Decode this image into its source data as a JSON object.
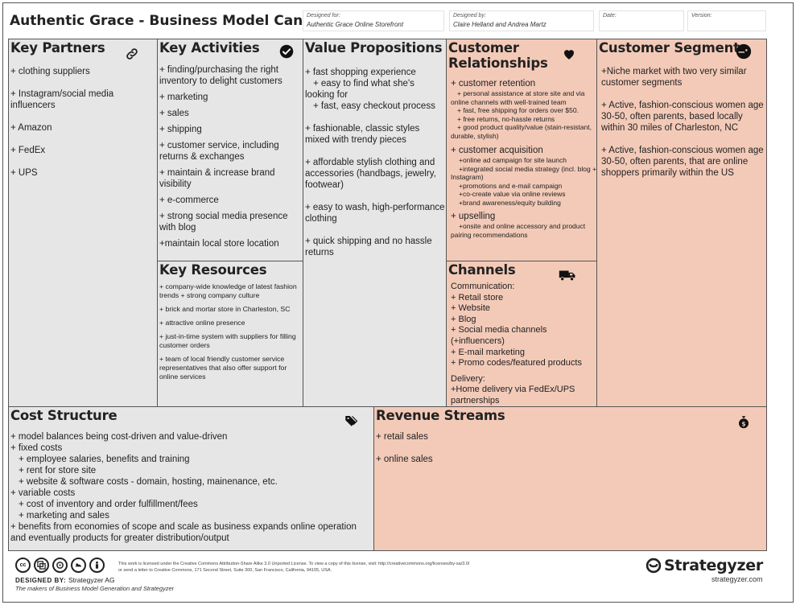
{
  "header": {
    "title": "Authentic Grace - Business Model Canvas",
    "designed_for_label": "Designed for:",
    "designed_for": "Authentic Grace Online Storefront",
    "designed_by_label": "Designed by:",
    "designed_by": "Claire Helland and Andrea Martz",
    "date_label": "Date:",
    "version_label": "Version:"
  },
  "key_partners": {
    "title": "Key Partners",
    "items": [
      "+ clothing suppliers",
      "+ Instagram/social media influencers",
      "+ Amazon",
      "+ FedEx",
      "+ UPS"
    ]
  },
  "key_activities": {
    "title": "Key Activities",
    "items": [
      "+ finding/purchasing the right inventory to delight customers",
      "+ marketing",
      "+ sales",
      "+ shipping",
      "+ customer service, including returns & exchanges",
      "+ maintain & increase brand visibility",
      "+ e-commerce",
      "+ strong social media presence with blog",
      "+maintain local store location"
    ]
  },
  "key_resources": {
    "title": "Key Resources",
    "items": [
      "+ company-wide knowledge of latest fashion trends + strong company culture",
      "+ brick and mortar store in Charleston, SC",
      "+ attractive online presence",
      "+ just-in-time system with suppliers for filling customer orders",
      "+ team of local friendly customer service representatives that also offer support for online services"
    ]
  },
  "value_propositions": {
    "title": "Value Propositions",
    "items": [
      "+ fast shopping experience",
      "+ easy to find what she's looking for",
      "+ fast, easy checkout process",
      "+ fashionable, classic styles mixed with trendy pieces",
      "+ affordable stylish clothing and accessories (handbags, jewelry, footwear)",
      "+ easy to wash, high-performance clothing",
      "+ quick shipping and no hassle returns"
    ]
  },
  "customer_relationships": {
    "title_1": "Customer",
    "title_2": "Relationships",
    "retention": "+ customer retention",
    "retention_items": [
      "+ personal assistance at store site and via online channels with well-trained team",
      "+ fast, free shipping for orders over $50.",
      "+ free returns, no-hassle returns",
      "+ good product quality/value (stain-resistant, durable, stylish)"
    ],
    "acquisition": "+ customer acquisition",
    "acquisition_items": [
      "+online ad campaign for site launch",
      "+integrated social media strategy (incl. blog + Instagram)",
      "+promotions and e-mail campaign",
      "+co-create value via online reviews",
      "+brand awareness/equity building"
    ],
    "upselling": "+ upselling",
    "upselling_items": [
      "+onsite and online accessory and product pairing recommendations"
    ]
  },
  "channels": {
    "title": "Channels",
    "communication_label": "Communication:",
    "communication": [
      "+ Retail store",
      "+ Website",
      "+ Blog",
      "+ Social media channels (+influencers)",
      "+ E-mail marketing",
      "+ Promo codes/featured products"
    ],
    "delivery_label": "Delivery:",
    "delivery": [
      "+Home delivery via FedEx/UPS partnerships"
    ]
  },
  "customer_segments": {
    "title": "Customer Segments",
    "items": [
      "+Niche market with two very similar customer segments",
      "+ Active, fashion-conscious women age 30-50, often parents, based locally within 30 miles of Charleston, NC",
      "+ Active, fashion-conscious women age 30-50, often parents, that are online shoppers primarily within the US"
    ]
  },
  "cost_structure": {
    "title": "Cost Structure",
    "lines": [
      {
        "text": "+ model balances being cost-driven and value-driven",
        "indent": 0
      },
      {
        "text": "+ fixed costs",
        "indent": 0
      },
      {
        "text": "+ employee salaries, benefits and training",
        "indent": 1
      },
      {
        "text": "+ rent for store site",
        "indent": 1
      },
      {
        "text": "+ website & software costs - domain, hosting, mainenance, etc.",
        "indent": 1
      },
      {
        "text": "+ variable costs",
        "indent": 0
      },
      {
        "text": "+ cost of inventory and order fulfillment/fees",
        "indent": 1
      },
      {
        "text": "+ marketing and sales",
        "indent": 1
      },
      {
        "text": "+ benefits from economies of scope and scale as business expands online operation and eventually products for greater distribution/output",
        "indent": 0
      }
    ]
  },
  "revenue_streams": {
    "title": "Revenue Streams",
    "items": [
      "+ retail sales",
      "+ online sales"
    ]
  },
  "footer": {
    "license": "This work is licensed under the Creative Commons Attribution-Share Alike 3.0 Unported License. To view a copy of this license, visit: http://creativecommons.org/licenses/by-sa/3.0/ or send a letter to Creative Commons, 171 Second Street, Suite 300, San Francisco, California, 94105, USA.",
    "designed_by_label": "DESIGNED BY:",
    "designed_by": "Strategyzer AG",
    "makers": "The makers of Business Model Generation and Strategyzer",
    "brand": "Strategyzer",
    "url": "strategyzer.com"
  },
  "colors": {
    "grey_box": "#e6e6e6",
    "peach_box": "#f3cab8"
  }
}
